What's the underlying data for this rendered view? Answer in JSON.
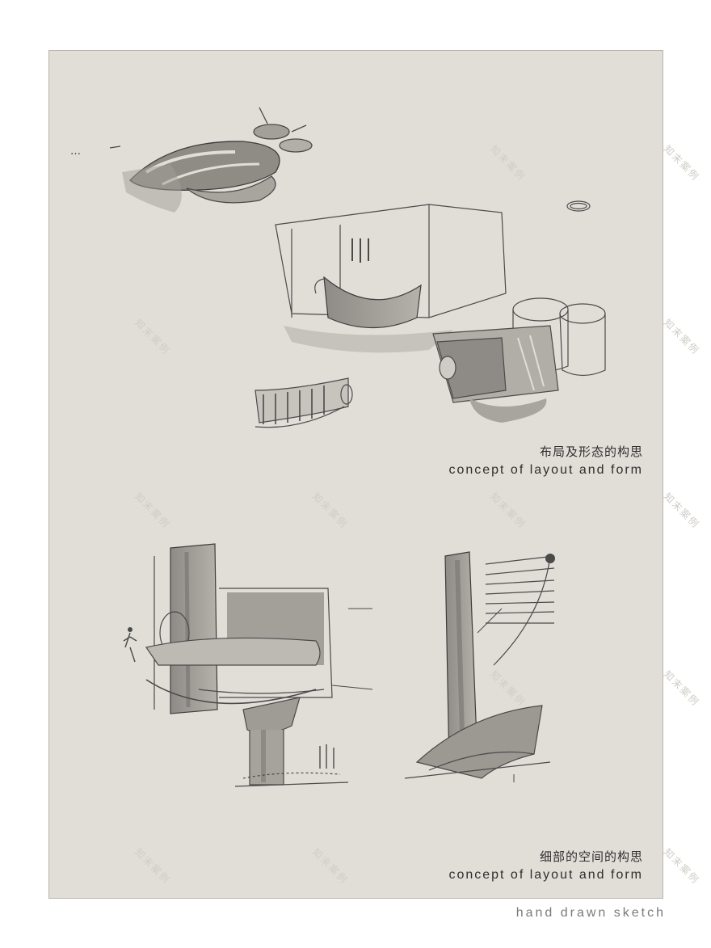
{
  "captions": {
    "section1_zh": "布局及形态的构思",
    "section1_en": "concept of layout and form",
    "section2_zh": "细部的空间的构思",
    "section2_en": "concept of layout and form"
  },
  "footer": "hand drawn sketch",
  "watermark": "知末案例"
}
